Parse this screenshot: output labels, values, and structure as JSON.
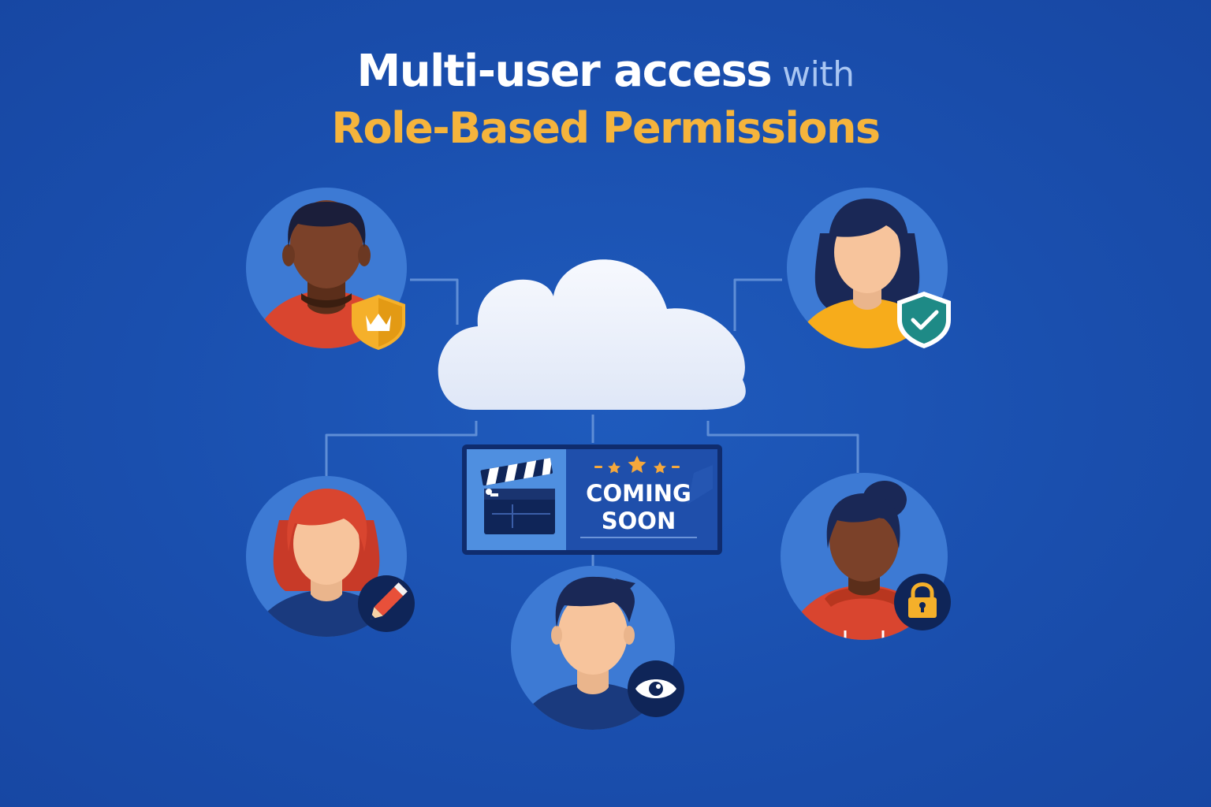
{
  "title": {
    "line1_bold": "Multi-user access",
    "line1_light": "with",
    "line2": "Role-Based Permissions"
  },
  "center_card": {
    "line1": "COMING",
    "line2": "SOON"
  },
  "users": [
    {
      "role_icon": "crown-shield-icon"
    },
    {
      "role_icon": "check-shield-icon"
    },
    {
      "role_icon": "pencil-icon"
    },
    {
      "role_icon": "eye-icon"
    },
    {
      "role_icon": "lock-icon"
    }
  ],
  "colors": {
    "background": "#1a4fae",
    "title_white": "#ffffff",
    "title_light": "#a9c6f2",
    "title_accent": "#f5b43c",
    "connector": "#5f8ed6",
    "avatar_circle": "#3d7ad4",
    "cloud": "#eef3fc",
    "card_frame": "#0f2c6e",
    "card_left": "#4f8fe0",
    "card_right": "#1f4fab",
    "star": "#f5a83c"
  }
}
